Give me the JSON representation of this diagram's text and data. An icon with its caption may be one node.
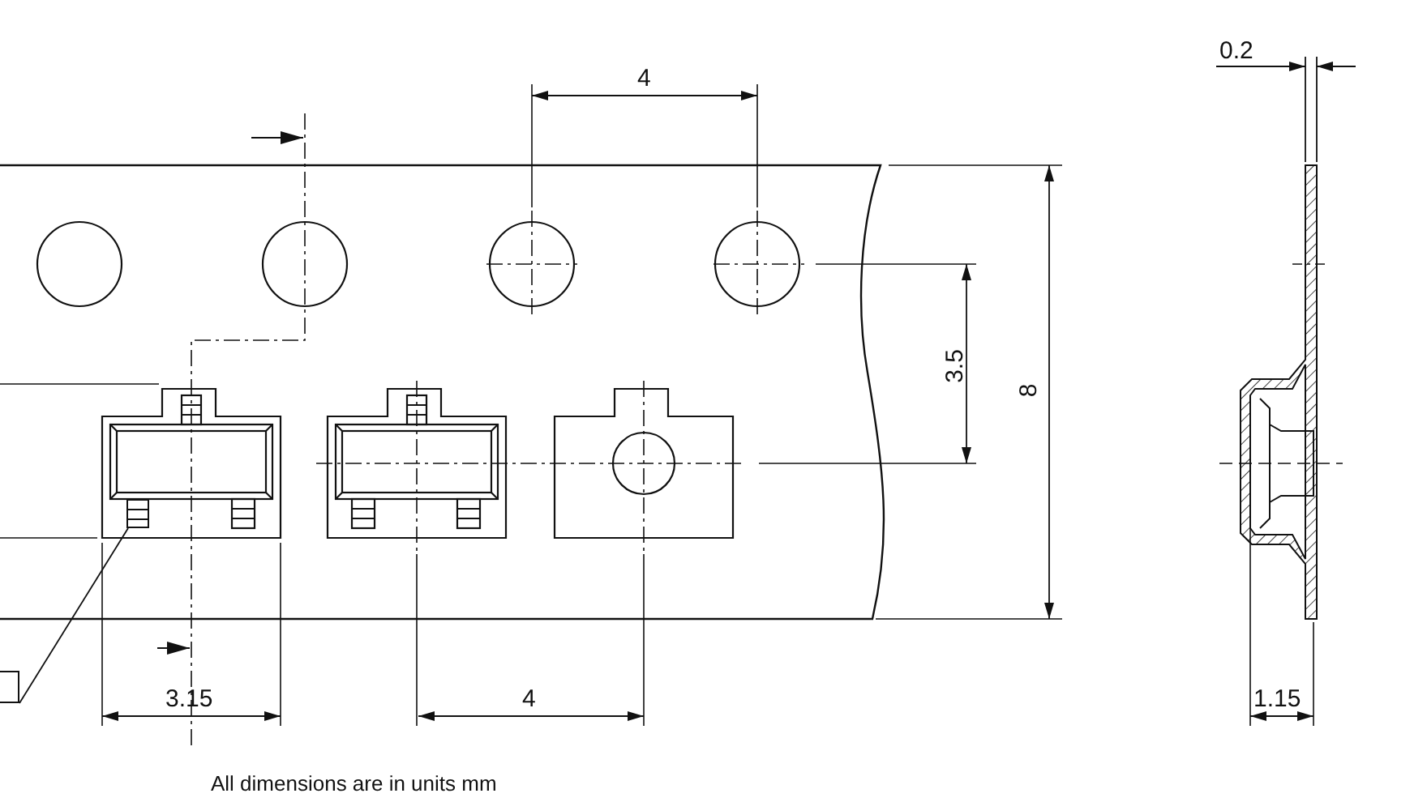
{
  "diagram": {
    "nodes": [
      {
        "text": [],
        "shape": "box"
      },
      {
        "text": [],
        "shape": "box"
      }
    ],
    "edges": [
      {
        "from": 0,
        "to": 1,
        "arrow": "none"
      }
    ],
    "labels": [
      "0.2",
      "4",
      "3.5",
      "8",
      "3.15",
      "4",
      "1.15",
      "All dimensions are in units mm"
    ]
  }
}
